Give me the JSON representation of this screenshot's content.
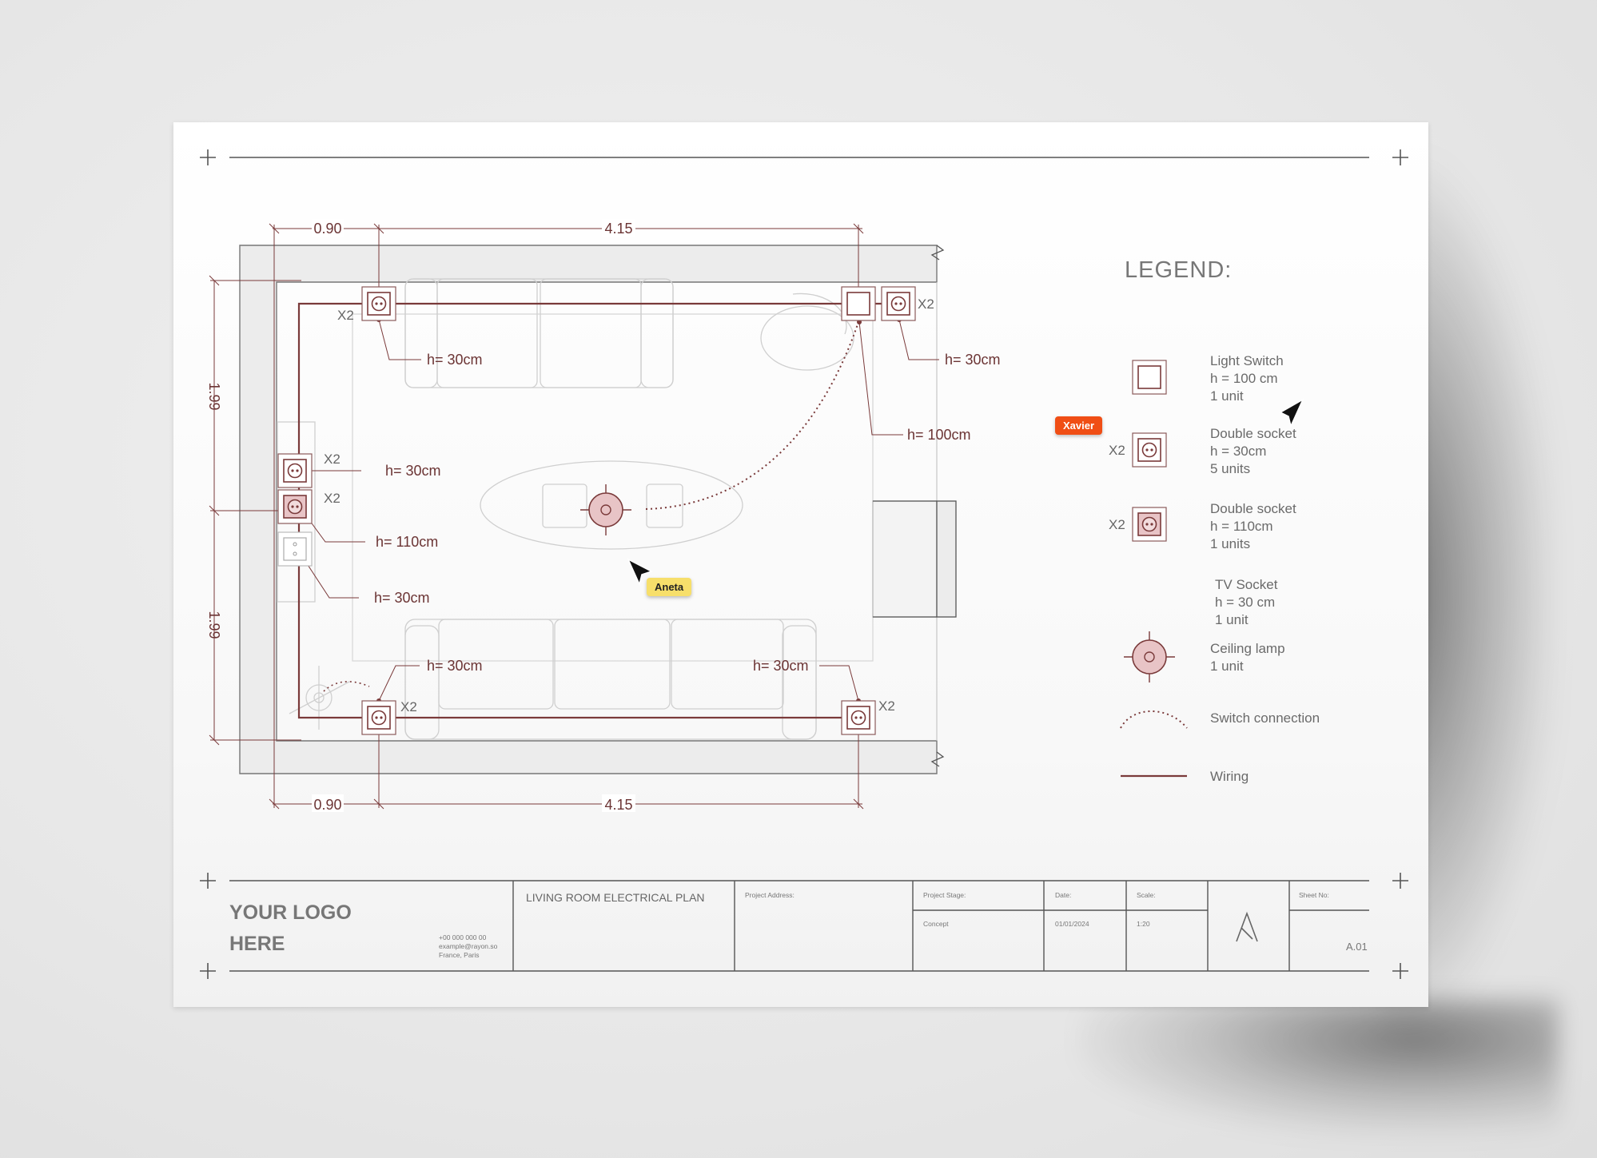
{
  "dimensions": {
    "top_left": "0.90",
    "top_right": "4.15",
    "bottom_left": "0.90",
    "bottom_right": "4.15",
    "left_upper": "1.99",
    "left_lower": "1.99"
  },
  "plan_labels": {
    "top_left_socket": "h= 30cm",
    "top_right_socket": "h= 30cm",
    "top_right_switch": "h= 100cm",
    "left_socket_1": "h= 30cm",
    "left_socket_2": "h= 110cm",
    "left_tv": "h= 30cm",
    "bottom_left_socket": "h= 30cm",
    "bottom_right_socket": "h= 30cm"
  },
  "multiplier": "X2",
  "legend": {
    "title": "LEGEND:",
    "items": [
      {
        "lines": [
          "Light Switch",
          "h = 100 cm",
          "1 unit"
        ]
      },
      {
        "lines": [
          "Double socket",
          "h = 30cm",
          "5 units"
        ],
        "qty": "X2"
      },
      {
        "lines": [
          "Double socket",
          "h = 110cm",
          "1 units"
        ],
        "qty": "X2"
      },
      {
        "lines": [
          "TV Socket",
          "h = 30 cm",
          "1 unit"
        ]
      },
      {
        "lines": [
          "Ceiling lamp",
          "1 unit"
        ]
      },
      {
        "lines": [
          "Switch connection"
        ]
      },
      {
        "lines": [
          "Wiring"
        ]
      }
    ]
  },
  "title_block": {
    "logo_line1": "YOUR LOGO",
    "logo_line2": "HERE",
    "contact": [
      "+00 000 000 00",
      "example@rayon.so",
      "France, Paris"
    ],
    "plan_title": "LIVING ROOM ELECTRICAL PLAN",
    "project_address_label": "Project Address:",
    "project_stage_label": "Project Stage:",
    "project_stage_value": "Concept",
    "date_label": "Date:",
    "date_value": "01/01/2024",
    "scale_label": "Scale:",
    "scale_value": "1:20",
    "sheet_no_label": "Sheet No:",
    "sheet_no_value": "A.01"
  },
  "cursors": [
    {
      "name": "Xavier",
      "color": "#f04e15",
      "text_color": "#ffffff"
    },
    {
      "name": "Aneta",
      "color": "#f7df6b",
      "text_color": "#222222"
    }
  ],
  "colors": {
    "wiring": "#7a3a3a",
    "accent_fill": "#e8c4c6",
    "wall": "#eeeeee"
  }
}
